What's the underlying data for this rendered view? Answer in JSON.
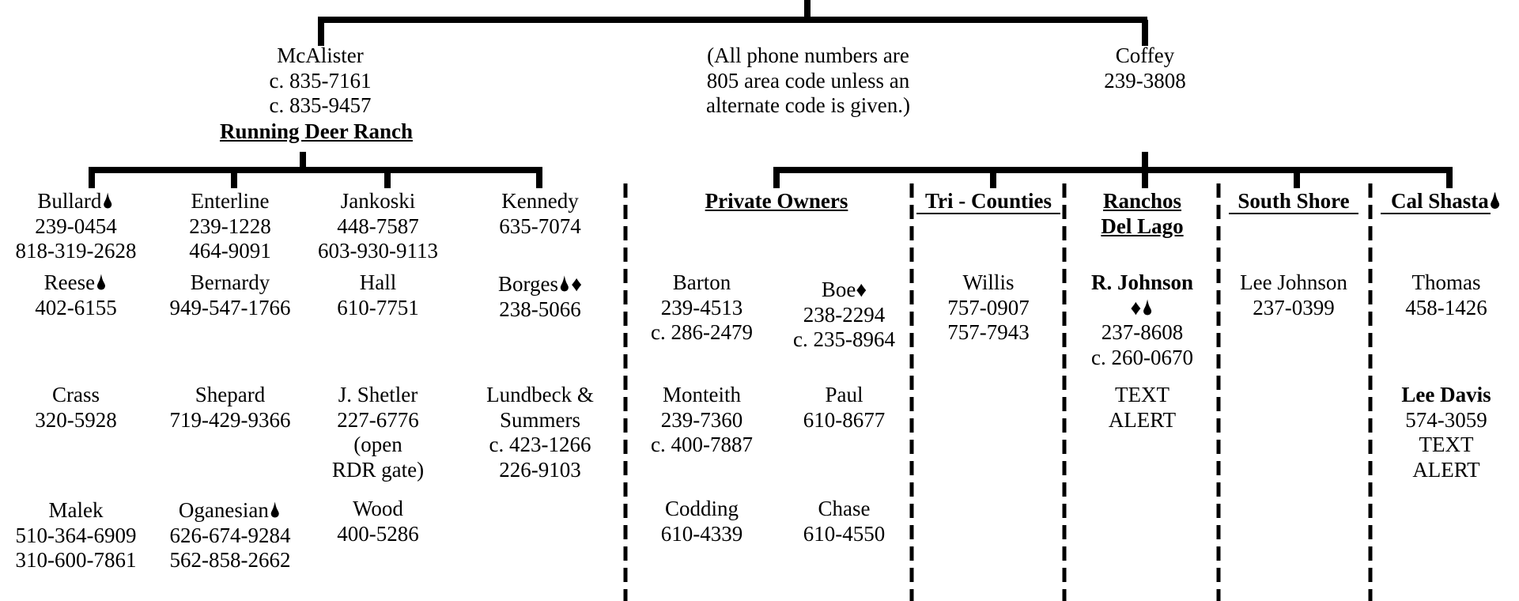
{
  "top": {
    "mcalister": {
      "name": "McAlister",
      "phones": [
        "c. 835-7161",
        "c. 835-9457"
      ]
    },
    "note": [
      "(All phone numbers are",
      "805 area code unless an",
      "alternate code is given.)"
    ],
    "coffey": {
      "name": "Coffey",
      "phones": [
        "239-3808"
      ]
    }
  },
  "rdr": {
    "heading": "Running Deer Ranch",
    "rows": [
      [
        {
          "name": "Bullard",
          "marks": "drop",
          "phones": [
            "239-0454",
            "818-319-2628"
          ]
        },
        {
          "name": "Enterline",
          "marks": "",
          "phones": [
            "239-1228",
            "464-9091"
          ]
        },
        {
          "name": "Jankoski",
          "marks": "",
          "phones": [
            "448-7587",
            "603-930-9113"
          ]
        },
        {
          "name": "Kennedy",
          "marks": "",
          "phones": [
            "635-7074"
          ]
        }
      ],
      [
        {
          "name": "Reese",
          "marks": "drop",
          "phones": [
            "402-6155"
          ]
        },
        {
          "name": "Bernardy",
          "marks": "",
          "phones": [
            "949-547-1766"
          ]
        },
        {
          "name": "Hall",
          "marks": "",
          "phones": [
            "610-7751"
          ]
        },
        {
          "name": "Borges",
          "marks": "drop-diamond",
          "phones": [
            "238-5066"
          ]
        }
      ],
      [
        {
          "name": "Crass",
          "marks": "",
          "phones": [
            "320-5928"
          ]
        },
        {
          "name": "Shepard",
          "marks": "",
          "phones": [
            "719-429-9366"
          ]
        },
        {
          "name": "J. Shetler",
          "marks": "",
          "phones": [
            "227-6776",
            "(open",
            "RDR gate)"
          ]
        },
        {
          "name": "Lundbeck &",
          "marks": "",
          "phones": [
            "Summers",
            "c. 423-1266",
            "226-9103"
          ]
        }
      ],
      [
        {
          "name": "Malek",
          "marks": "",
          "phones": [
            "510-364-6909",
            "310-600-7861"
          ]
        },
        {
          "name": "Oganesian",
          "marks": "drop",
          "phones": [
            "626-674-9284",
            "562-858-2662"
          ]
        },
        {
          "name": "Wood",
          "marks": "",
          "phones": [
            "400-5286"
          ]
        }
      ]
    ]
  },
  "groups": {
    "private": {
      "heading": "Private Owners",
      "rows": [
        [
          {
            "name": "Barton",
            "phones": [
              "239-4513",
              "c. 286-2479"
            ]
          },
          {
            "name": "Boe",
            "marks": "diamond",
            "phones": [
              "238-2294",
              "c. 235-8964"
            ]
          }
        ],
        [
          {
            "name": "Monteith",
            "phones": [
              "239-7360",
              "c. 400-7887"
            ]
          },
          {
            "name": "Paul",
            "phones": [
              "610-8677"
            ]
          }
        ],
        [
          {
            "name": "Codding",
            "phones": [
              "610-4339"
            ]
          },
          {
            "name": "Chase",
            "phones": [
              "610-4550"
            ]
          }
        ]
      ]
    },
    "tri": {
      "heading": "Tri - Counties",
      "entries": [
        {
          "name": "Willis",
          "phones": [
            "757-0907",
            "757-7943"
          ]
        }
      ]
    },
    "ranchos": {
      "heading": [
        "Ranchos",
        "Del Lago"
      ],
      "entries": [
        {
          "name": "R. Johnson",
          "marks": "diamond-drop",
          "phones": [
            "237-8608",
            "c. 260-0670"
          ]
        },
        {
          "lines": [
            "TEXT",
            "ALERT"
          ]
        }
      ]
    },
    "south": {
      "heading": "South Shore",
      "entries": [
        {
          "name": "Lee Johnson",
          "phones": [
            "237-0399"
          ]
        }
      ]
    },
    "cal": {
      "heading": "Cal Shasta",
      "heading_marks": "drop",
      "entries": [
        {
          "name": "Thomas",
          "phones": [
            "458-1426"
          ]
        },
        {
          "name": "Lee Davis",
          "phones": [
            "574-3059",
            "TEXT",
            "ALERT"
          ]
        }
      ]
    }
  }
}
